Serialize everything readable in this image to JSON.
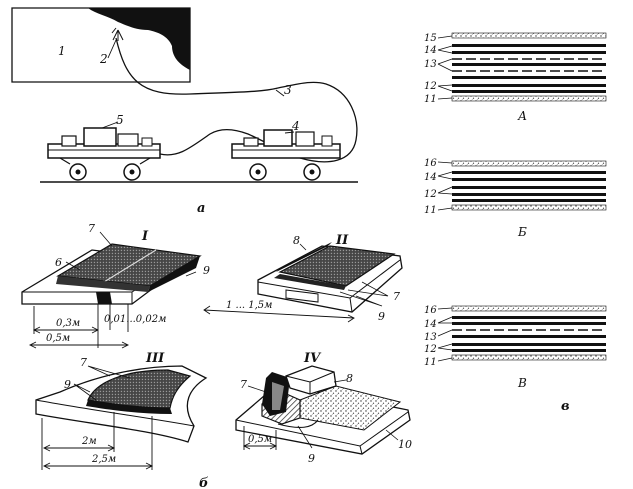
{
  "figure": {
    "panel_a": {
      "letter": "а",
      "callouts": [
        "1",
        "2",
        "3",
        "4",
        "5"
      ]
    },
    "panel_b": {
      "letter": "б",
      "roman": [
        "I",
        "II",
        "III",
        "IV"
      ],
      "callouts": [
        "6",
        "7",
        "9",
        "8",
        "7",
        "9",
        "7",
        "9",
        "7",
        "8",
        "9",
        "10"
      ],
      "dims": {
        "I_inner": "0,3м",
        "I_gap": "0,01...0,02м",
        "I_outer": "0,5м",
        "II_len": "1 ... 1,5м",
        "III_inner": "2м",
        "III_outer": "2,5м",
        "IV_w": "0,5м"
      }
    },
    "panel_v": {
      "letter": "в",
      "sections": [
        {
          "title": "А",
          "layers": [
            "15",
            "14",
            "13",
            "12",
            "11"
          ]
        },
        {
          "title": "Б",
          "layers": [
            "16",
            "14",
            "12",
            "11"
          ]
        },
        {
          "title": "В",
          "layers": [
            "16",
            "14",
            "13",
            "12",
            "11"
          ]
        }
      ]
    }
  }
}
